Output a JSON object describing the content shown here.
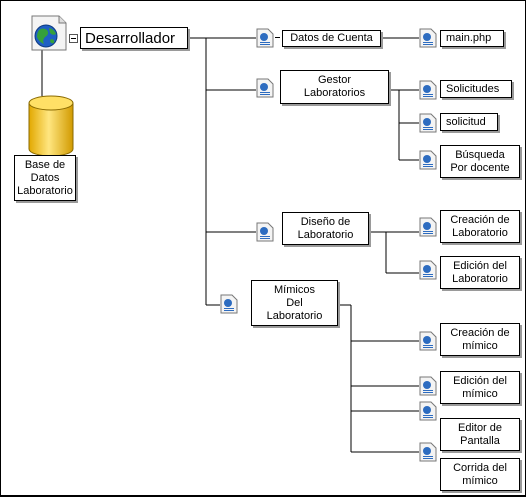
{
  "nodes": {
    "root": "Desarrollador",
    "db": "Base de\nDatos\nLaboratorio",
    "datos_cuenta": "Datos de Cuenta",
    "main_php": "main.php",
    "gestor": "Gestor\nLaboratorios",
    "solicitudes": "Solicitudes",
    "solicitud": "solicitud",
    "busqueda": "Búsqueda\nPor docente",
    "diseno": "Diseño de\nLaboratorio",
    "creacion_lab": "Creación de\nLaboratorio",
    "edicion_lab": "Edición del\nLaboratorio",
    "mimicos": "Mímicos\nDel\nLaboratorio",
    "creacion_mimico": "Creación de\nmímico",
    "edicion_mimico": "Edición del\nmímico",
    "editor_pantalla": "Editor de\nPantalla",
    "corrida_mimico": "Corrida del\nmímico"
  },
  "colors": {
    "page_icon_blue": "#2d6cc0",
    "database_gold": "#f2c200",
    "globe_blue": "#1f5fc4",
    "globe_green": "#35a03a"
  }
}
